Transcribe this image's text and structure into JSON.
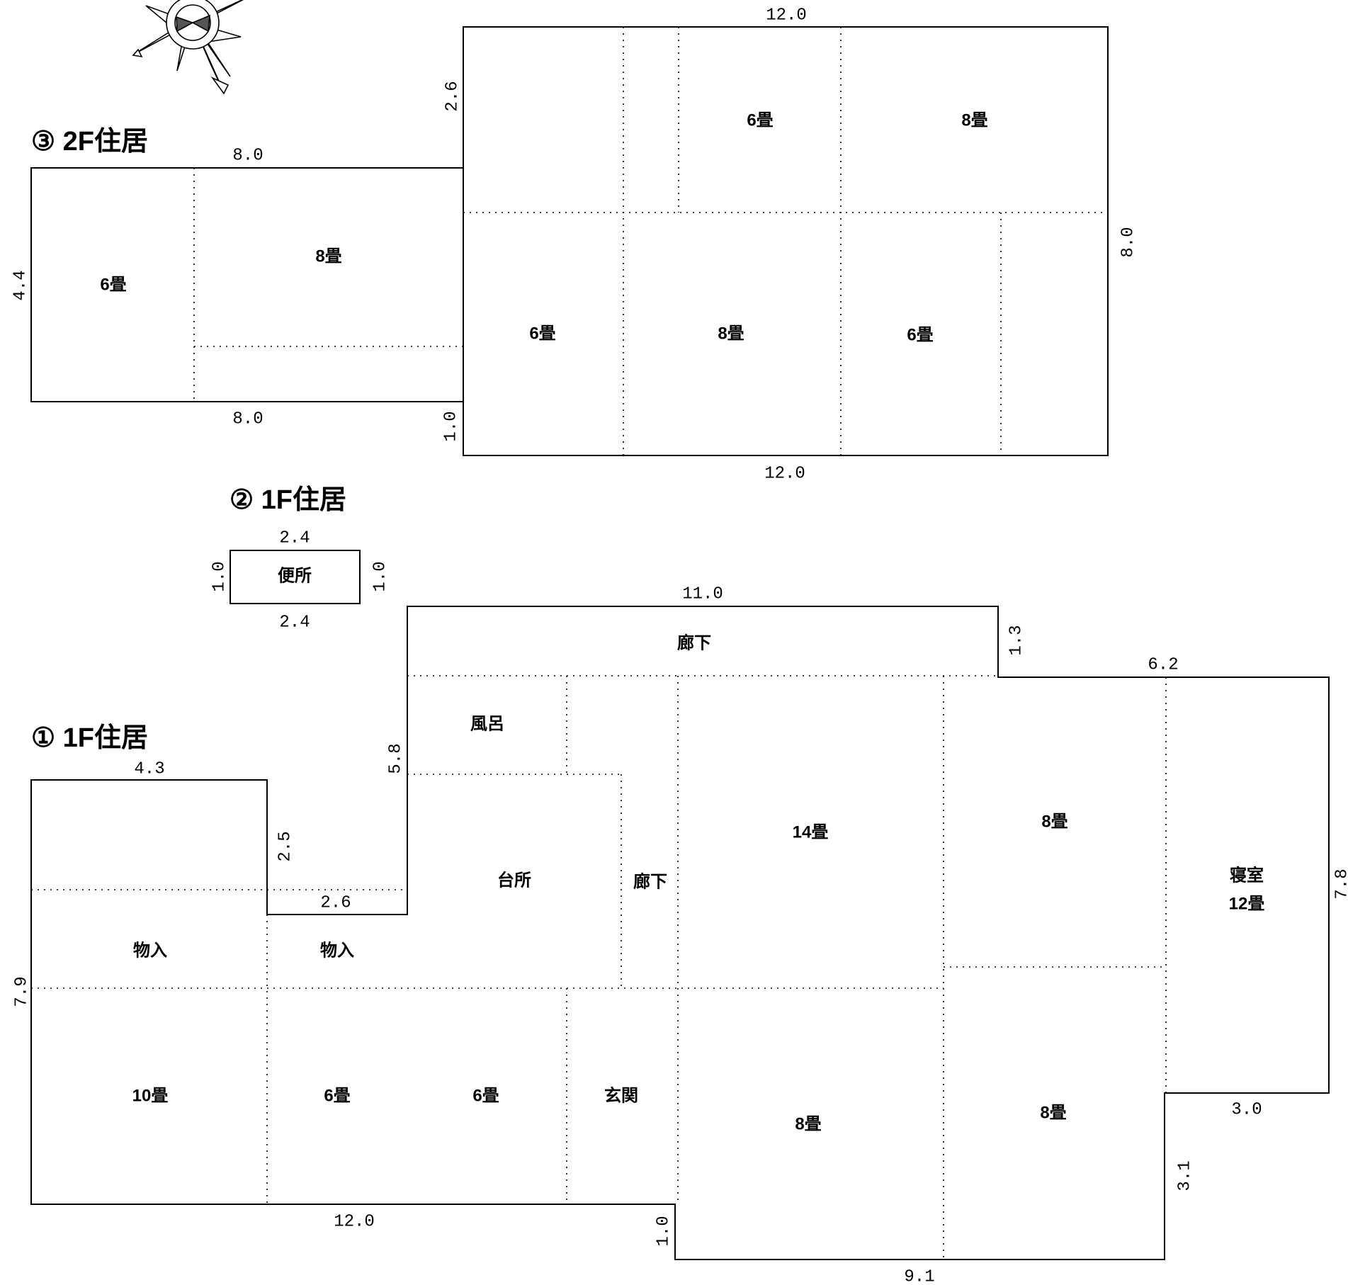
{
  "titles": {
    "floor2": "③ 2F住居",
    "floor1_toilet": "② 1F住居",
    "floor1": "① 1F住居"
  },
  "floor2": {
    "rooms": {
      "west_6": "6畳",
      "west_8": "8畳",
      "north_6": "6畳",
      "north_8": "8畳",
      "south_6a": "6畳",
      "south_8": "8畳",
      "south_6b": "6畳"
    },
    "dims": {
      "west_top": "8.0",
      "west_bottom": "8.0",
      "west_height": "4.4",
      "main_top": "12.0",
      "main_bottom": "12.0",
      "main_left_upper": "2.6",
      "main_left_lower": "1.0",
      "main_right": "8.0"
    }
  },
  "toilet": {
    "label": "便所",
    "dims": {
      "top": "2.4",
      "bottom": "2.4",
      "left": "1.0",
      "right": "1.0"
    }
  },
  "floor1": {
    "rooms": {
      "corridor_top": "廊下",
      "bath": "風呂",
      "kitchen": "台所",
      "corridor_mid": "廊下",
      "living_14": "14畳",
      "room_8_ne": "8畳",
      "bedroom": "寝室",
      "bedroom_size": "12畳",
      "storage_left": "物入",
      "storage_mid": "物入",
      "room_10": "10畳",
      "room_6a": "6畳",
      "room_6b": "6畳",
      "entrance": "玄関",
      "room_8_s": "8畳",
      "room_8_se": "8畳"
    },
    "dims": {
      "top_left": "4.3",
      "step1": "2.5",
      "step_width": "2.6",
      "left_height": "7.9",
      "bottom_left": "12.0",
      "corr_height": "5.8",
      "corr_top": "11.0",
      "corr_right": "1.3",
      "east_top": "6.2",
      "east_height": "7.8",
      "east_bottom": "3.0",
      "se_step": "3.1",
      "south_step": "1.0",
      "south_bottom": "9.1"
    }
  }
}
